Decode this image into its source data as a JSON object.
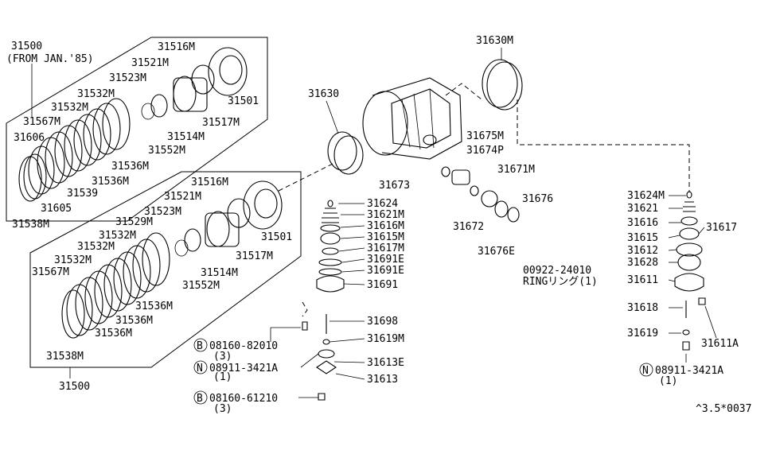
{
  "diagram": {
    "group_top": {
      "title": "31500",
      "note": "(FROM JAN.'85)"
    },
    "group_bottom": {
      "title": "31500"
    },
    "labels": {
      "p31516m_a": "31516M",
      "p31521m_a": "31521M",
      "p31523m_a": "31523M",
      "p31532m_a1": "31532M",
      "p31532m_a2": "31532M",
      "p31567m_a": "31567M",
      "p31606": "31606",
      "p31501_a": "31501",
      "p31517m_a": "31517M",
      "p31514m_a": "31514M",
      "p31552m_a": "31552M",
      "p31536m_a1": "31536M",
      "p31536m_a2": "31536M",
      "p31539": "31539",
      "p31605": "31605",
      "p31538m_a": "31538M",
      "p31516m_b": "31516M",
      "p31521m_b": "31521M",
      "p31523m_b": "31523M",
      "p31529m": "31529M",
      "p31532m_b1": "31532M",
      "p31532m_b2": "31532M",
      "p31532m_b3": "31532M",
      "p31567m_b": "31567M",
      "p31501_b": "31501",
      "p31517m_b": "31517M",
      "p31514m_b": "31514M",
      "p31552m_b": "31552M",
      "p31536m_b1": "31536M",
      "p31536m_b2": "31536M",
      "p31536m_b3": "31536M",
      "p31538m_b": "31538M",
      "p31630": "31630",
      "p31630m": "31630M",
      "p31675m": "31675M",
      "p31674p": "31674P",
      "p31673": "31673",
      "p31671m": "31671M",
      "p31676": "31676",
      "p31672": "31672",
      "p31676e": "31676E",
      "ring_code": "00922-24010",
      "ring_label": "RINGリング(1)",
      "p31624": "31624",
      "p31621m": "31621M",
      "p31616m": "31616M",
      "p31615m": "31615M",
      "p31617m": "31617M",
      "p31691e_1": "31691E",
      "p31691e_2": "31691E",
      "p31691": "31691",
      "p31698": "31698",
      "p31619m": "31619M",
      "p31613e": "31613E",
      "p31613": "31613",
      "bolt1_code": "08160-82010",
      "bolt1_qty": "(3)",
      "nut1_code": "08911-3421A",
      "nut1_qty": "(1)",
      "bolt2_code": "08160-61210",
      "bolt2_qty": "(3)",
      "p31624m": "31624M",
      "p31621": "31621",
      "p31616": "31616",
      "p31617": "31617",
      "p31615": "31615",
      "p31612": "31612",
      "p31628": "31628",
      "p31611": "31611",
      "p31618": "31618",
      "p31619": "31619",
      "p31611a": "31611A",
      "nut2_code": "08911-3421A",
      "nut2_qty": "(1)",
      "footer": "^3.5*0037"
    },
    "markers": {
      "bolt": "B",
      "nut": "N"
    }
  }
}
